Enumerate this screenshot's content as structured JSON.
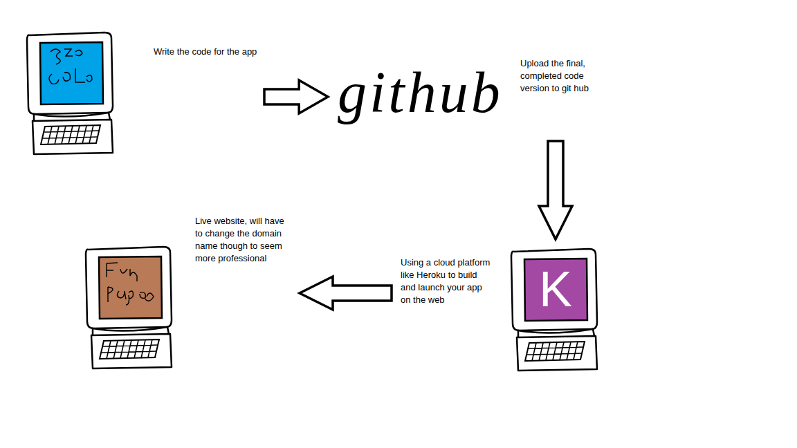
{
  "diagram": {
    "nodes": [
      {
        "text": [
          "Write the code for the app"
        ]
      },
      {
        "text": [
          "github",
          "Upload the final, completed code version to git hub"
        ]
      },
      {
        "text": [
          "K",
          "Using a cloud platform like Heroku to build and launch your app on the web"
        ]
      },
      {
        "text": [
          "Live website, will have to change the domain name though to seem more professional"
        ]
      }
    ],
    "edges": [
      {
        "from": 0,
        "to": 1,
        "arrow": "to"
      },
      {
        "from": 1,
        "to": 2,
        "arrow": "to"
      },
      {
        "from": 2,
        "to": 3,
        "arrow": "to"
      }
    ]
  }
}
